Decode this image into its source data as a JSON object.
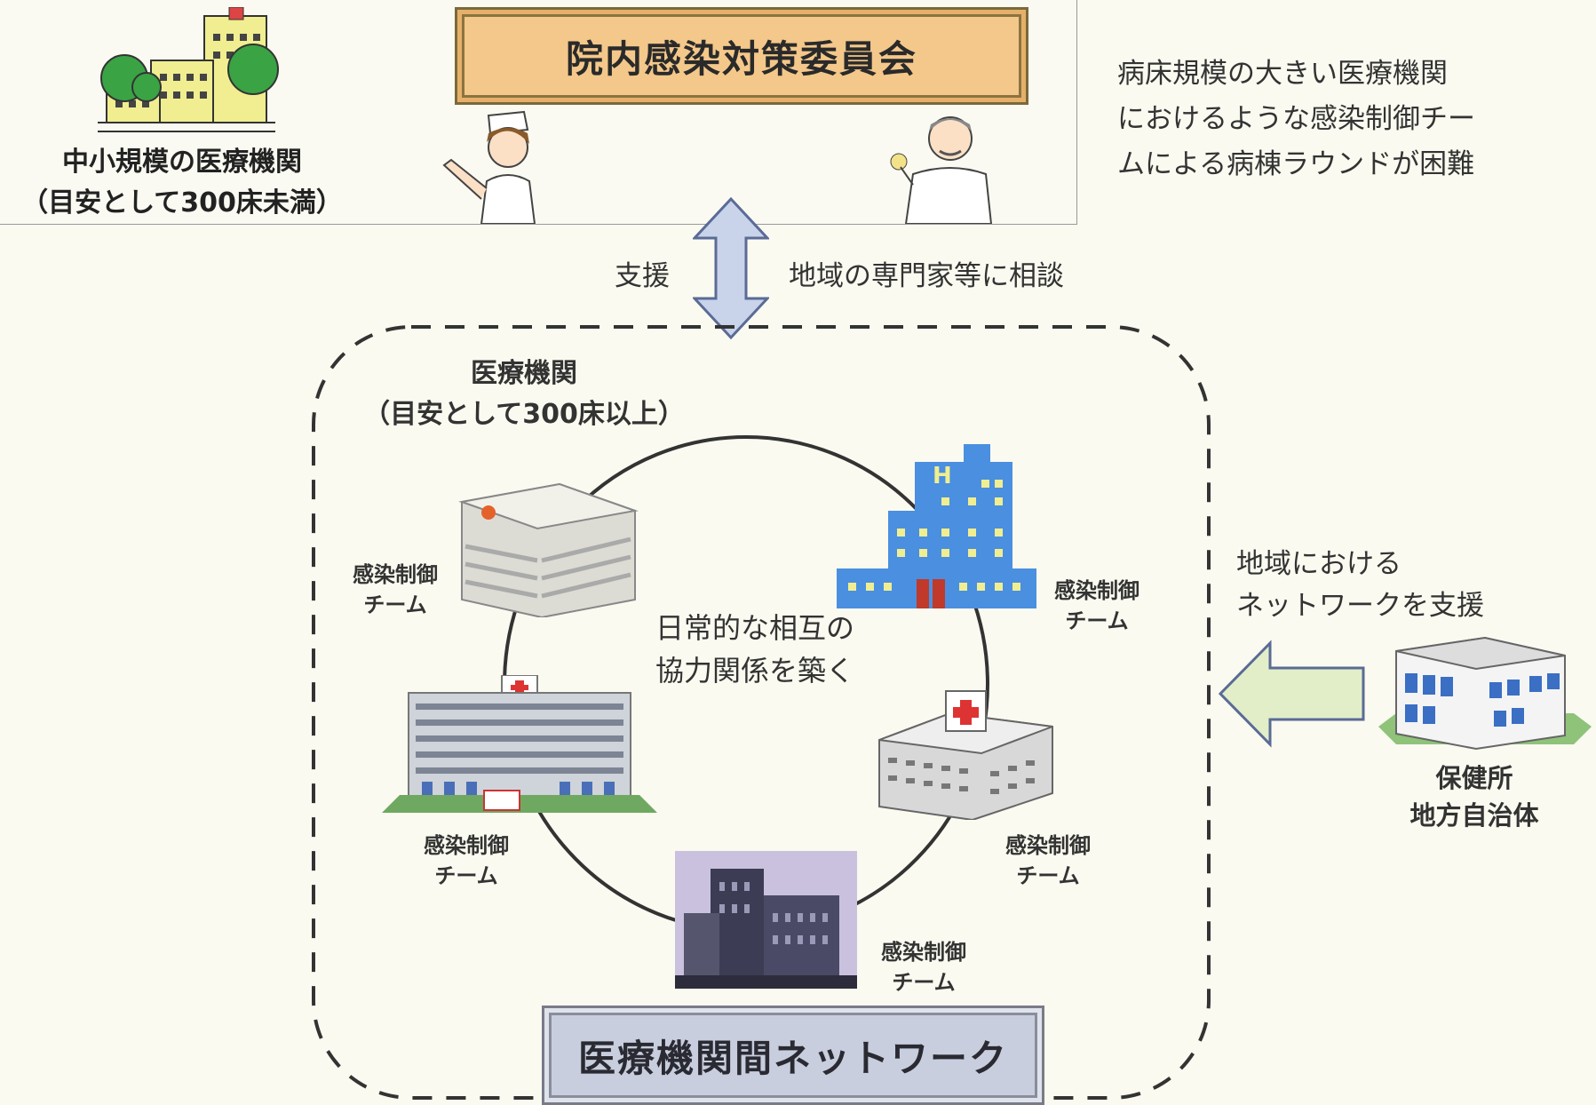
{
  "committee_title": "院内感染対策委員会",
  "small_hospital": {
    "line1": "中小規模の医療機関",
    "line2": "（目安として300床未満）"
  },
  "difficulty_note": [
    "病床規模の大きい医療機関",
    "におけるような感染制御チー",
    "ムによる病棟ラウンドが困難"
  ],
  "support_label": "支援",
  "consult_label": "地域の専門家等に相談",
  "large_hospital": {
    "line1": "医療機関",
    "line2": "（目安として300床以上）"
  },
  "team_label": {
    "line1": "感染制御",
    "line2": "チーム"
  },
  "center_text": {
    "line1": "日常的な相互の",
    "line2": "協力関係を築く"
  },
  "network_title": "医療機関間ネットワーク",
  "regional_support": {
    "line1": "地域における",
    "line2": "ネットワークを支援"
  },
  "health_center": {
    "line1": "保健所",
    "line2": "地方自治体"
  },
  "colors": {
    "committee_fill": "#f4c88a",
    "network_fill": "#c8cedd",
    "arrow_blue": "#c9d3ea",
    "arrow_green": "#e2eec8",
    "tree_green": "#3aa344",
    "building_blue": "#4a8fe0",
    "building_yellow": "#f0ee90"
  }
}
